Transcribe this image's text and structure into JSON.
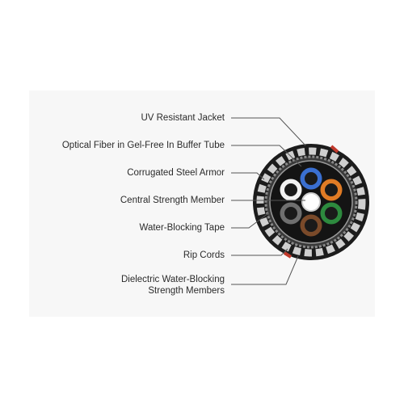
{
  "labels": {
    "uv_jacket": "UV Resistant Jacket",
    "optical_fiber": "Optical Fiber in Gel-Free In Buffer Tube",
    "steel_armor": "Corrugated Steel Armor",
    "central_member": "Central Strength Member",
    "water_tape": "Water-Blocking Tape",
    "rip_cords": "Rip Cords",
    "dielectric_1": "Dielectric Water-Blocking",
    "dielectric_2": "Strength Members"
  },
  "colors": {
    "jacket": "#1c1c1c",
    "armor": "#6a6a6a",
    "rip_cord": "#c0392b",
    "leader_line": "#555555",
    "buffer_tubes": [
      "#3a6fd0",
      "#e07b25",
      "#2d8a3e",
      "#7a4a2a",
      "#6f6f6f",
      "#f2f2f2"
    ]
  }
}
